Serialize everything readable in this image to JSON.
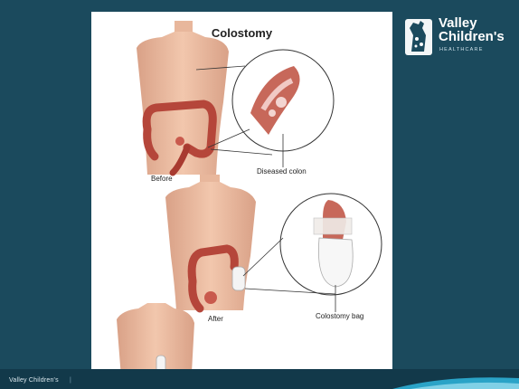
{
  "slide": {
    "footer_text": "Valley Children's",
    "footer_separator": "|",
    "background_color": "#1b4a5d"
  },
  "logo": {
    "line1": "Valley",
    "line2": "Children's",
    "line3": "HEALTHCARE",
    "icon": "giraffe-icon"
  },
  "illustration": {
    "title": "Colostomy",
    "before_label": "Before",
    "diseased_label": "Diseased colon",
    "after_label": "After",
    "bag_label": "Colostomy bag"
  }
}
